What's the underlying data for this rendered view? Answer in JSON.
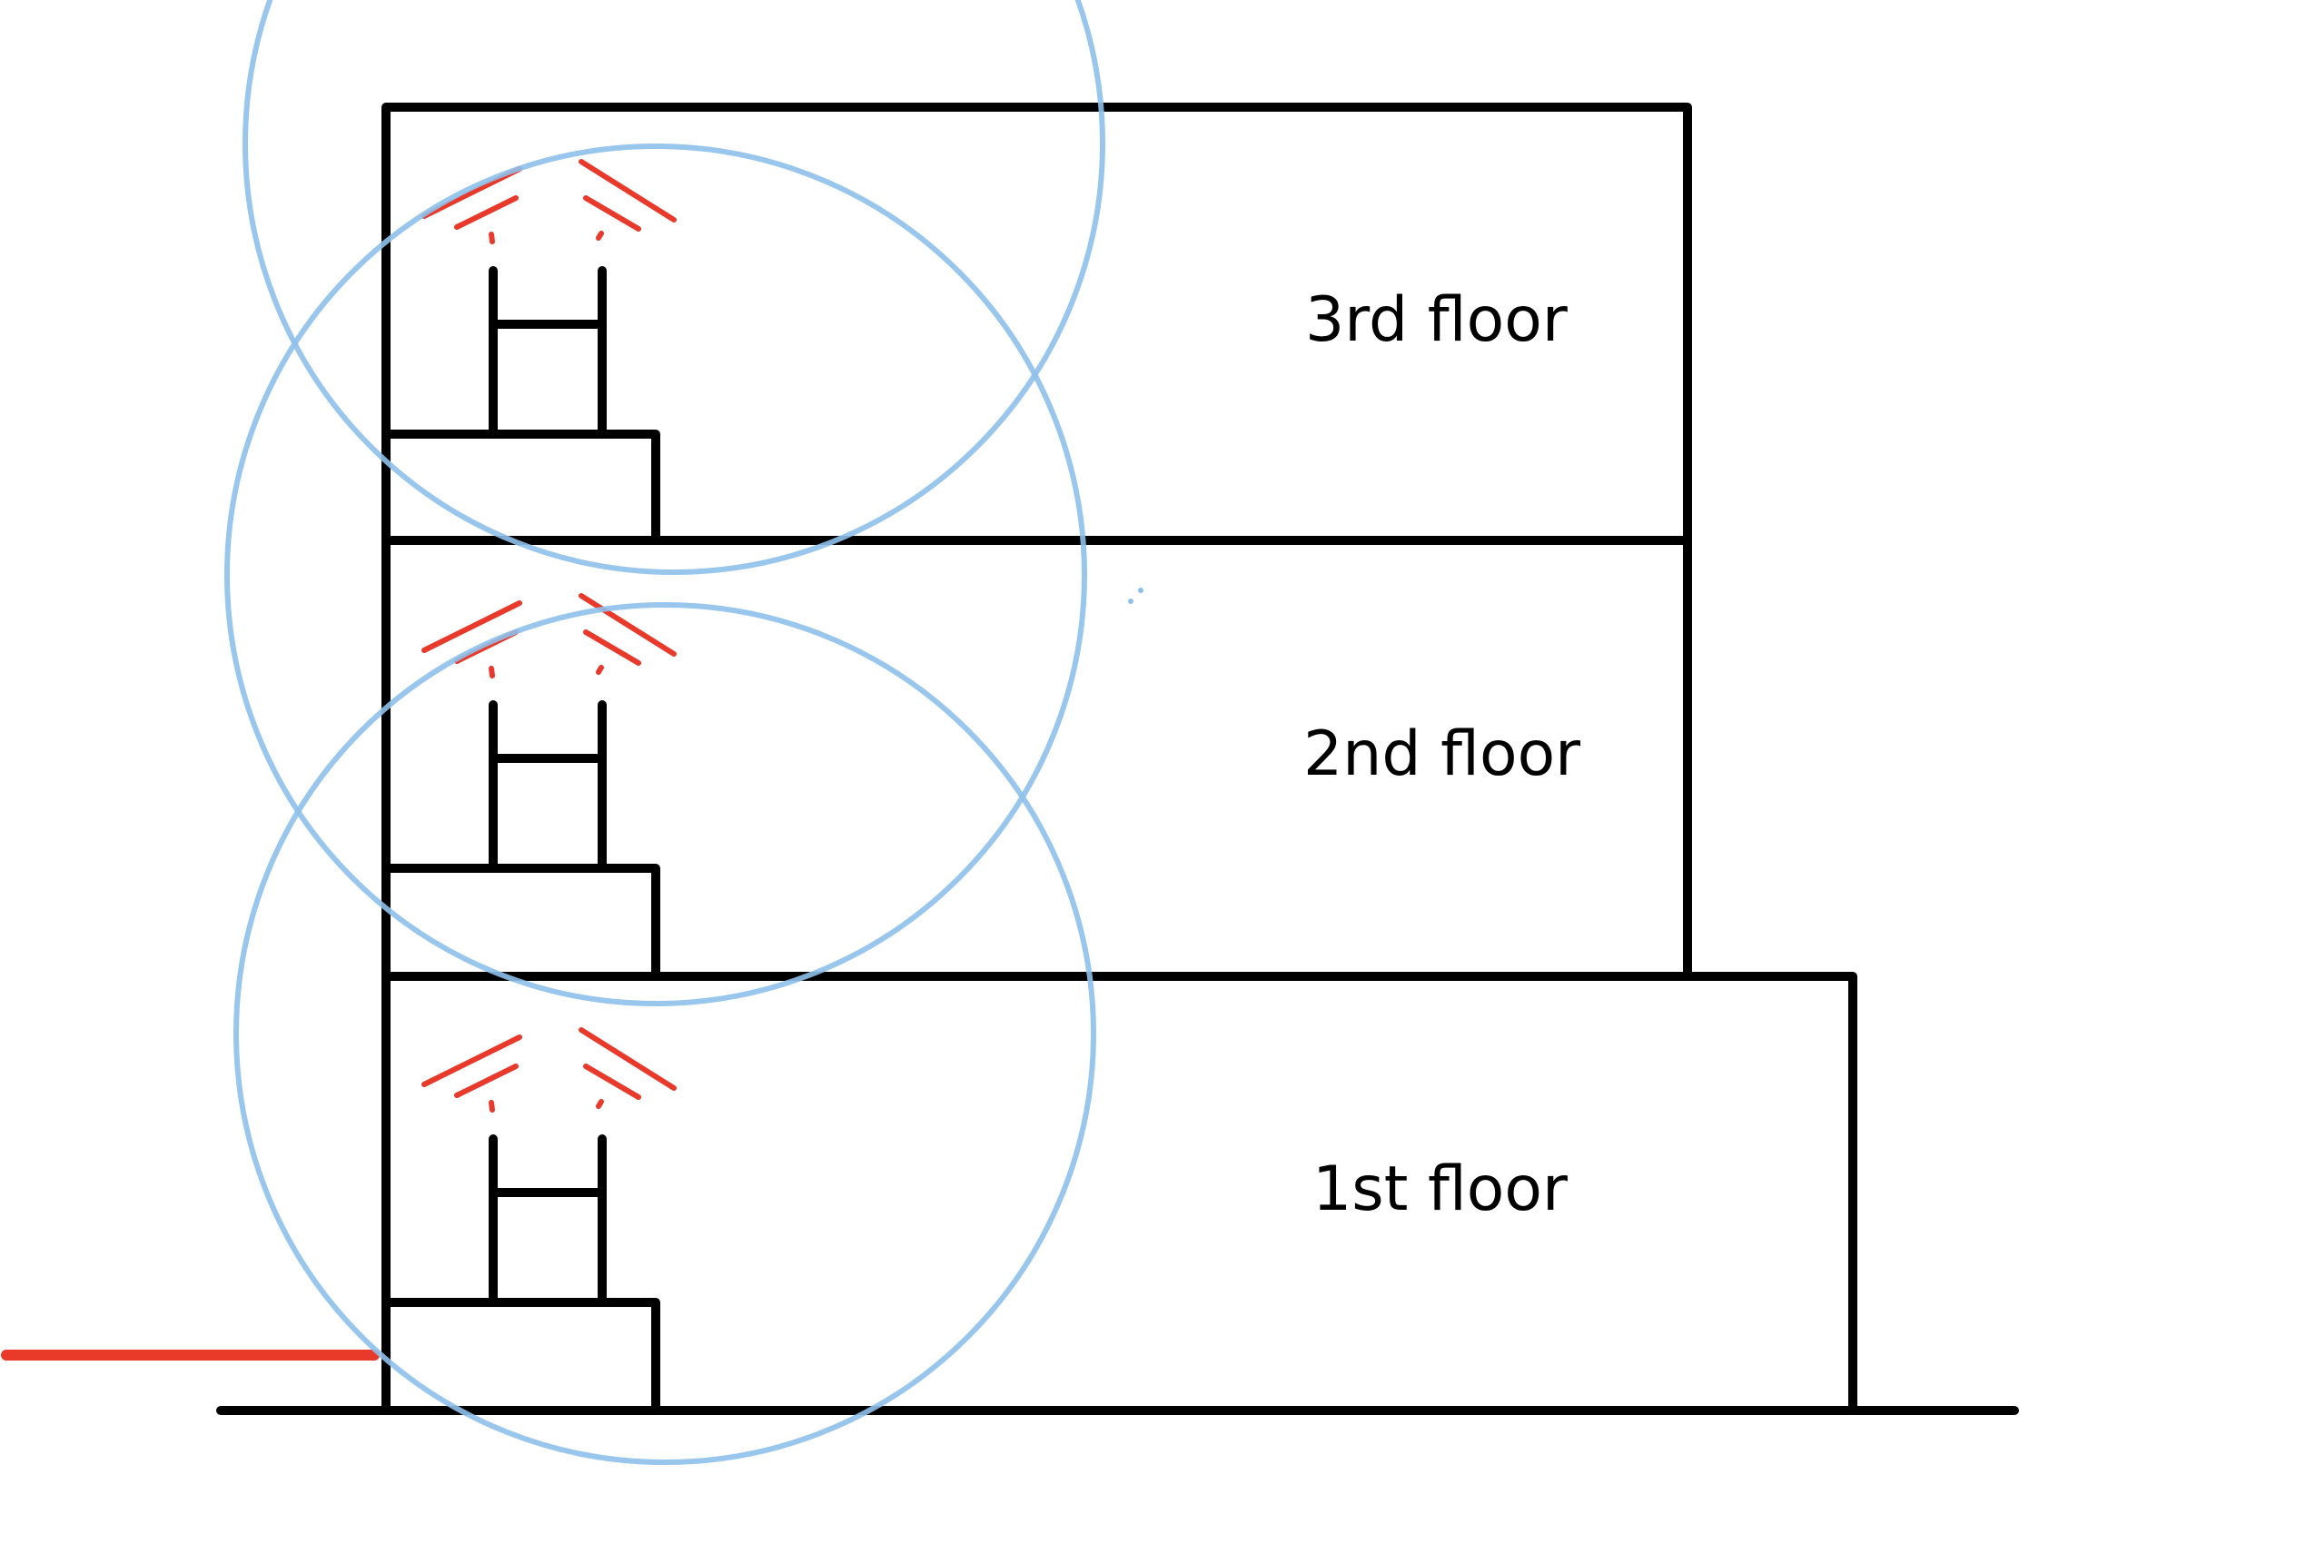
{
  "floors": [
    {
      "label": "3rd floor"
    },
    {
      "label": "2nd floor"
    },
    {
      "label": "1st floor"
    }
  ],
  "colors": {
    "walls": "#000000",
    "signal": "#e8392b",
    "coverage": "#8ec0ea",
    "cable": "#e8392b"
  },
  "icons": {
    "access_point": "wifi-access-point-icon",
    "signal": "wifi-signal-icon"
  }
}
